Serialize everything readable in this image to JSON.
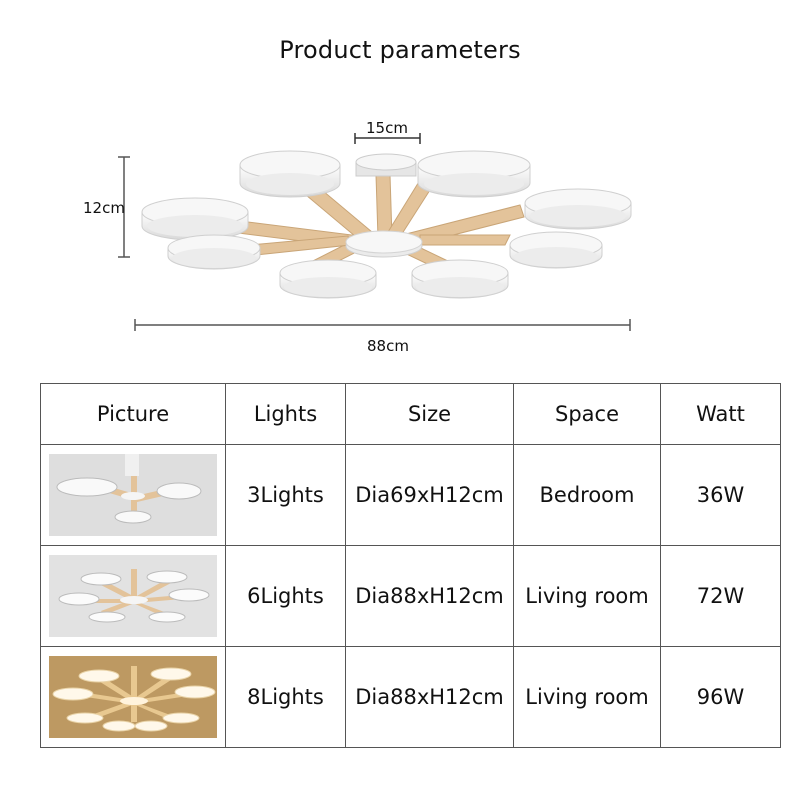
{
  "title": "Product parameters",
  "dimensions": {
    "top_width": "15cm",
    "height": "12cm",
    "diameter": "88cm"
  },
  "table": {
    "headers": [
      "Picture",
      "Lights",
      "Size",
      "Space",
      "Watt"
    ],
    "rows": [
      {
        "lights": "3Lights",
        "size": "Dia69xH12cm",
        "space": "Bedroom",
        "watt": "36W"
      },
      {
        "lights": "6Lights",
        "size": "Dia88xH12cm",
        "space": "Living room",
        "watt": "72W"
      },
      {
        "lights": "8Lights",
        "size": "Dia88xH12cm",
        "space": "Living room",
        "watt": "96W"
      }
    ]
  },
  "colors": {
    "wood": "#e3c39a",
    "shade_white": "#f4f4f4",
    "warm_background": "#b08a55"
  }
}
